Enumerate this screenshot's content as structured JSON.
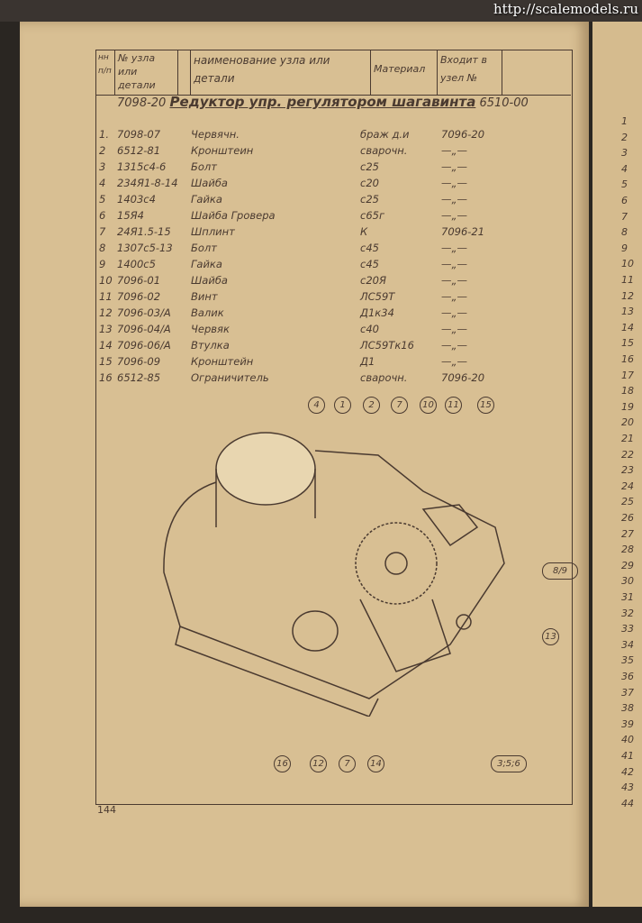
{
  "watermark": "http://scalemodels.ru",
  "header": {
    "col_num": "нн п/п",
    "col_part": "№ узла или детали",
    "col_name": "наименование узла или детали",
    "col_material": "Материал",
    "col_goes": "Входит в узел №"
  },
  "assembly": {
    "number": "7098-20",
    "name": "Редуктор упр. регулятором шагавинта",
    "parent": "6510-00"
  },
  "rows": [
    {
      "n": "1.",
      "part": "7098-07",
      "name": "Червячн.",
      "material": "браж д.и",
      "goes": "7096-20"
    },
    {
      "n": "2",
      "part": "6512-81",
      "name": "Кронштеин",
      "material": "сварочн.",
      "goes": "—„—"
    },
    {
      "n": "3",
      "part": "1315с4-6",
      "name": "Болт",
      "material": "с25",
      "goes": "—„—"
    },
    {
      "n": "4",
      "part": "234Я1-8-14",
      "name": "Шайба",
      "material": "с20",
      "goes": "—„—"
    },
    {
      "n": "5",
      "part": "1403с4",
      "name": "Гайка",
      "material": "с25",
      "goes": "—„—"
    },
    {
      "n": "6",
      "part": "15Я4",
      "name": "Шайба Гровера",
      "material": "с65г",
      "goes": "—„—"
    },
    {
      "n": "7",
      "part": "24Я1.5-15",
      "name": "Шплинт",
      "material": "К",
      "goes": "7096-21"
    },
    {
      "n": "8",
      "part": "1307с5-13",
      "name": "Болт",
      "material": "с45",
      "goes": "—„—"
    },
    {
      "n": "9",
      "part": "1400с5",
      "name": "Гайка",
      "material": "с45",
      "goes": "—„—"
    },
    {
      "n": "10",
      "part": "7096-01",
      "name": "Шайба",
      "material": "с20Я",
      "goes": "—„—"
    },
    {
      "n": "11",
      "part": "7096-02",
      "name": "Винт",
      "material": "ЛС59Т",
      "goes": "—„—"
    },
    {
      "n": "12",
      "part": "7096-03/А",
      "name": "Валик",
      "material": "Д1к34",
      "goes": "—„—"
    },
    {
      "n": "13",
      "part": "7096-04/А",
      "name": "Червяк",
      "material": "с40",
      "goes": "—„—"
    },
    {
      "n": "14",
      "part": "7096-06/А",
      "name": "Втулка",
      "material": "ЛС59Тк16",
      "goes": "—„—"
    },
    {
      "n": "15",
      "part": "7096-09",
      "name": "Кронштейн",
      "material": "Д1",
      "goes": "—„—"
    },
    {
      "n": "16",
      "part": "6512-85",
      "name": "Ограничитель",
      "material": "сварочн.",
      "goes": "7096-20"
    }
  ],
  "callouts_top": [
    "4",
    "1",
    "2",
    "7",
    "10",
    "11",
    "15"
  ],
  "callouts_right": [
    "8/9",
    "13",
    "3;5;6"
  ],
  "callouts_bottom": [
    "16",
    "12",
    "7",
    "14"
  ],
  "page_number": "144",
  "right_page_numbers": [
    "1",
    "2",
    "3",
    "4",
    "5",
    "6",
    "7",
    "8",
    "9",
    "10",
    "11",
    "12",
    "13",
    "14",
    "15",
    "16",
    "17",
    "18",
    "19",
    "20",
    "21",
    "22",
    "23",
    "24",
    "25",
    "26",
    "27",
    "28",
    "29",
    "30",
    "31",
    "32",
    "33",
    "34",
    "35",
    "36",
    "37",
    "38",
    "39",
    "40",
    "41",
    "42",
    "43",
    "44"
  ]
}
